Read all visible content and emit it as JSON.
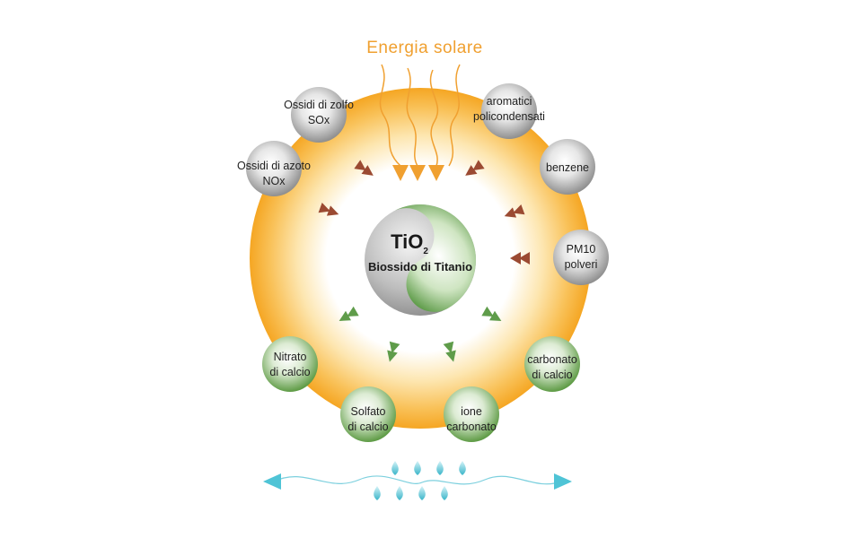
{
  "title": "Energia solare",
  "center": {
    "formula": "TiO",
    "subscript": "2",
    "name": "Biossido di Titanio"
  },
  "pollutants": [
    {
      "line1": "Ossidi di zolfo",
      "line2": "SOx"
    },
    {
      "line1": "aromatici",
      "line2": "policondensati"
    },
    {
      "line1": "Ossidi di azoto",
      "line2": "NOx"
    },
    {
      "line1": "benzene",
      "line2": ""
    },
    {
      "line1": "PM10",
      "line2": "polveri"
    }
  ],
  "products": [
    {
      "line1": "Nitrato",
      "line2": "di calcio"
    },
    {
      "line1": "carbonato",
      "line2": "di calcio"
    },
    {
      "line1": "Solfato",
      "line2": "di calcio"
    },
    {
      "line1": "ione",
      "line2": "carbonato"
    }
  ],
  "colors": {
    "sun_orange": "#f5a623",
    "title_orange": "#f0a030",
    "pollutant_grey": "#9a9a9a",
    "product_green": "#6aa651",
    "arrow_brown": "#9b4a32",
    "arrow_green": "#5f9c4a",
    "water_cyan": "#4fc4d6"
  }
}
